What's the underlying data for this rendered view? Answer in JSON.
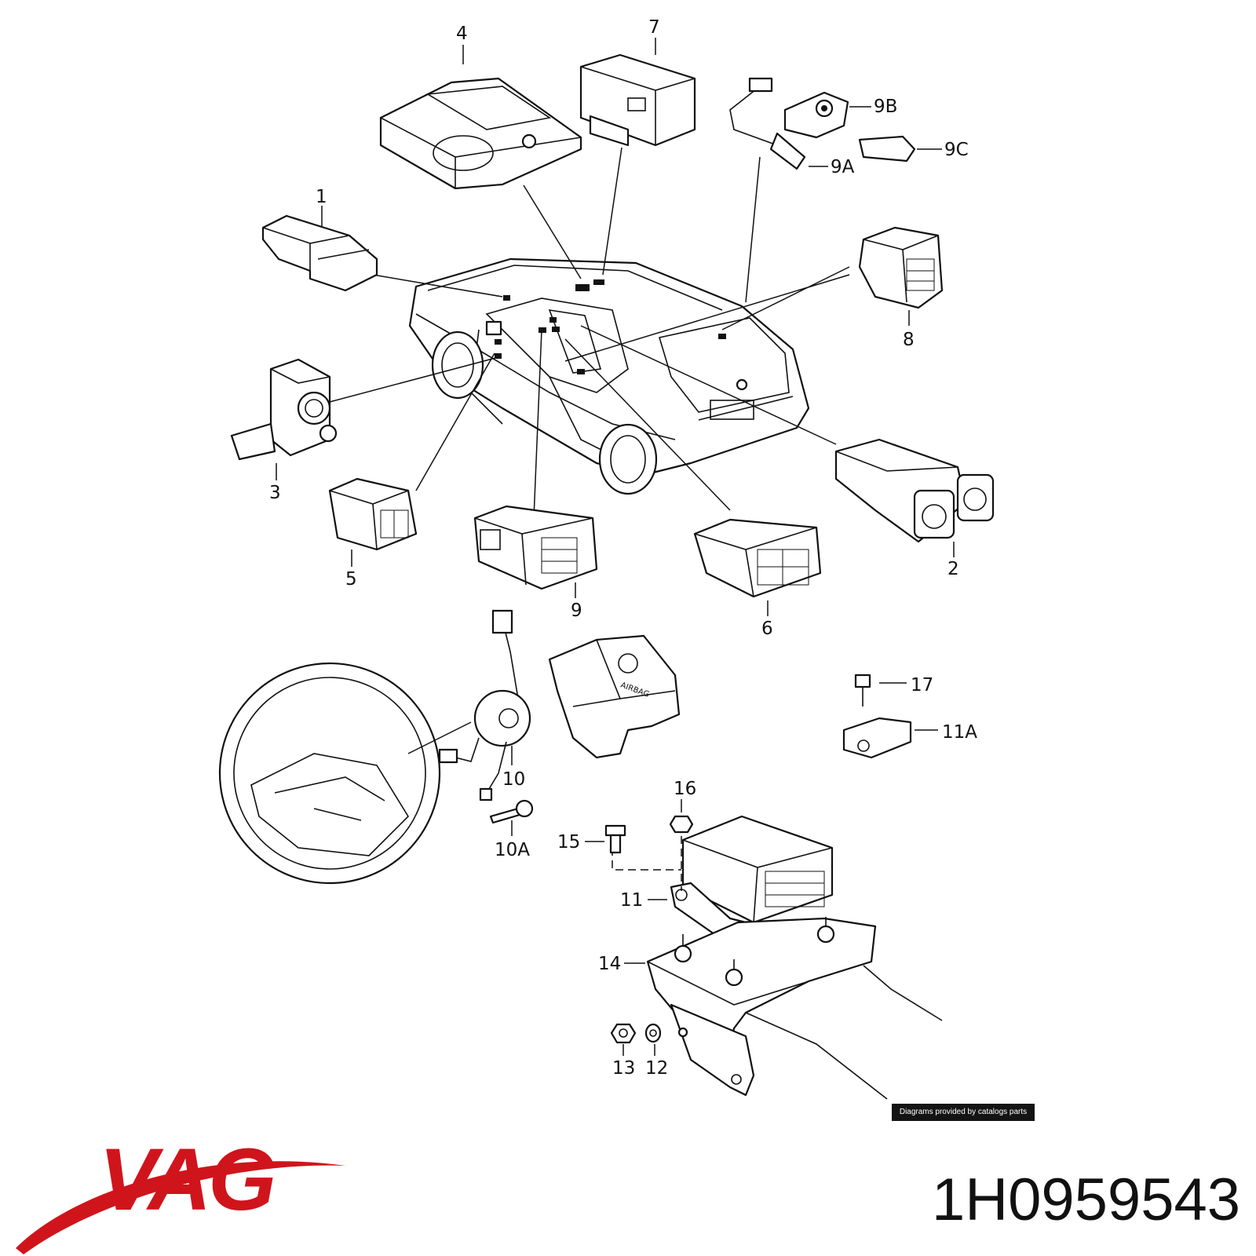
{
  "labels": {
    "l1": "1",
    "l2": "2",
    "l3": "3",
    "l4": "4",
    "l5": "5",
    "l6": "6",
    "l7": "7",
    "l8": "8",
    "l9": "9",
    "l9A": "9A",
    "l9B": "9B",
    "l9C": "9C",
    "l10": "10",
    "l10A": "10A",
    "l11": "11",
    "l11A": "11A",
    "l12": "12",
    "l13": "13",
    "l14": "14",
    "l15": "15",
    "l16": "16",
    "l17": "17"
  },
  "airbag_text": "AIRBAG",
  "credit": "Diagrams provided by catalogs parts",
  "brand": {
    "name": "VAG",
    "color": "#d0141c"
  },
  "part_number": "1H0959543"
}
